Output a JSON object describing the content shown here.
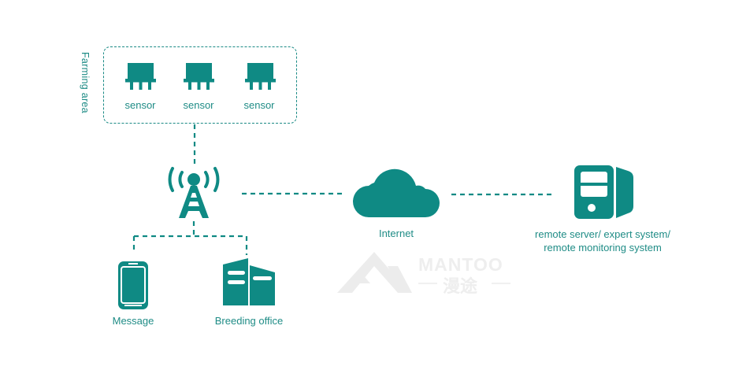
{
  "colors": {
    "primary": "#0f8a84",
    "label": "#1f8c86",
    "watermark": "#ececec",
    "background": "#ffffff"
  },
  "farming_area": {
    "label": "Farming area",
    "sensors": [
      {
        "label": "sensor",
        "icon": "sensor-icon"
      },
      {
        "label": "sensor",
        "icon": "sensor-icon"
      },
      {
        "label": "sensor",
        "icon": "sensor-icon"
      }
    ]
  },
  "nodes": {
    "tower": {
      "icon": "signal-tower-icon"
    },
    "internet": {
      "label": "Internet",
      "icon": "cloud-icon"
    },
    "server": {
      "label_line1": "remote server/  expert system/",
      "label_line2": "remote monitoring system",
      "icon": "server-icon"
    },
    "message": {
      "label": "Message",
      "icon": "smartphone-icon"
    },
    "office": {
      "label": "Breeding office",
      "icon": "building-icon"
    }
  },
  "watermark": {
    "brand": "MANTOO",
    "brand_cn": "漫途"
  }
}
